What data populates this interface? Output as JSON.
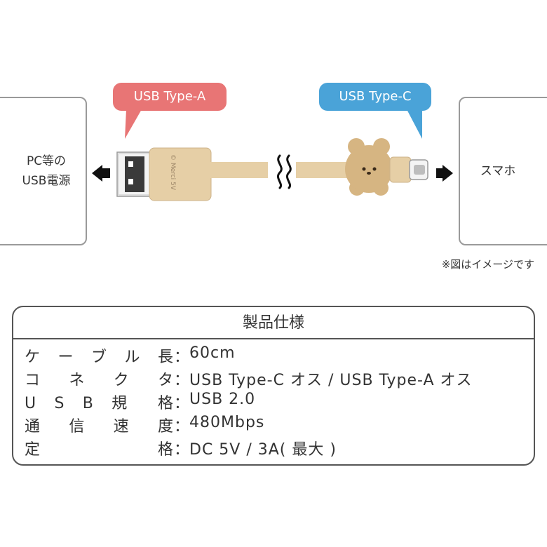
{
  "diagram": {
    "source_device": "PC等の\nUSB電源",
    "target_device": "スマホ",
    "connector_a_label": "USB Type-A",
    "connector_c_label": "USB Type-C",
    "cable_print": "© Merci 5V",
    "note": "※図はイメージです",
    "colors": {
      "type_a_bubble": "#e87575",
      "type_c_bubble": "#4aa3d8",
      "cable_body": "#e6cfa6",
      "bear_head": "#d6b582",
      "arrow": "#111111"
    }
  },
  "spec": {
    "title": "製品仕様",
    "rows": [
      {
        "key": "ケーブル長",
        "value": "60cm"
      },
      {
        "key": "コネクタ",
        "value": "USB Type-C オス / USB Type-A オス"
      },
      {
        "key": "USB規格",
        "value": "USB 2.0"
      },
      {
        "key": "通信速度",
        "value": "480Mbps"
      },
      {
        "key": "定格",
        "value": "DC 5V / 3A( 最大 )"
      }
    ],
    "separator": "："
  }
}
